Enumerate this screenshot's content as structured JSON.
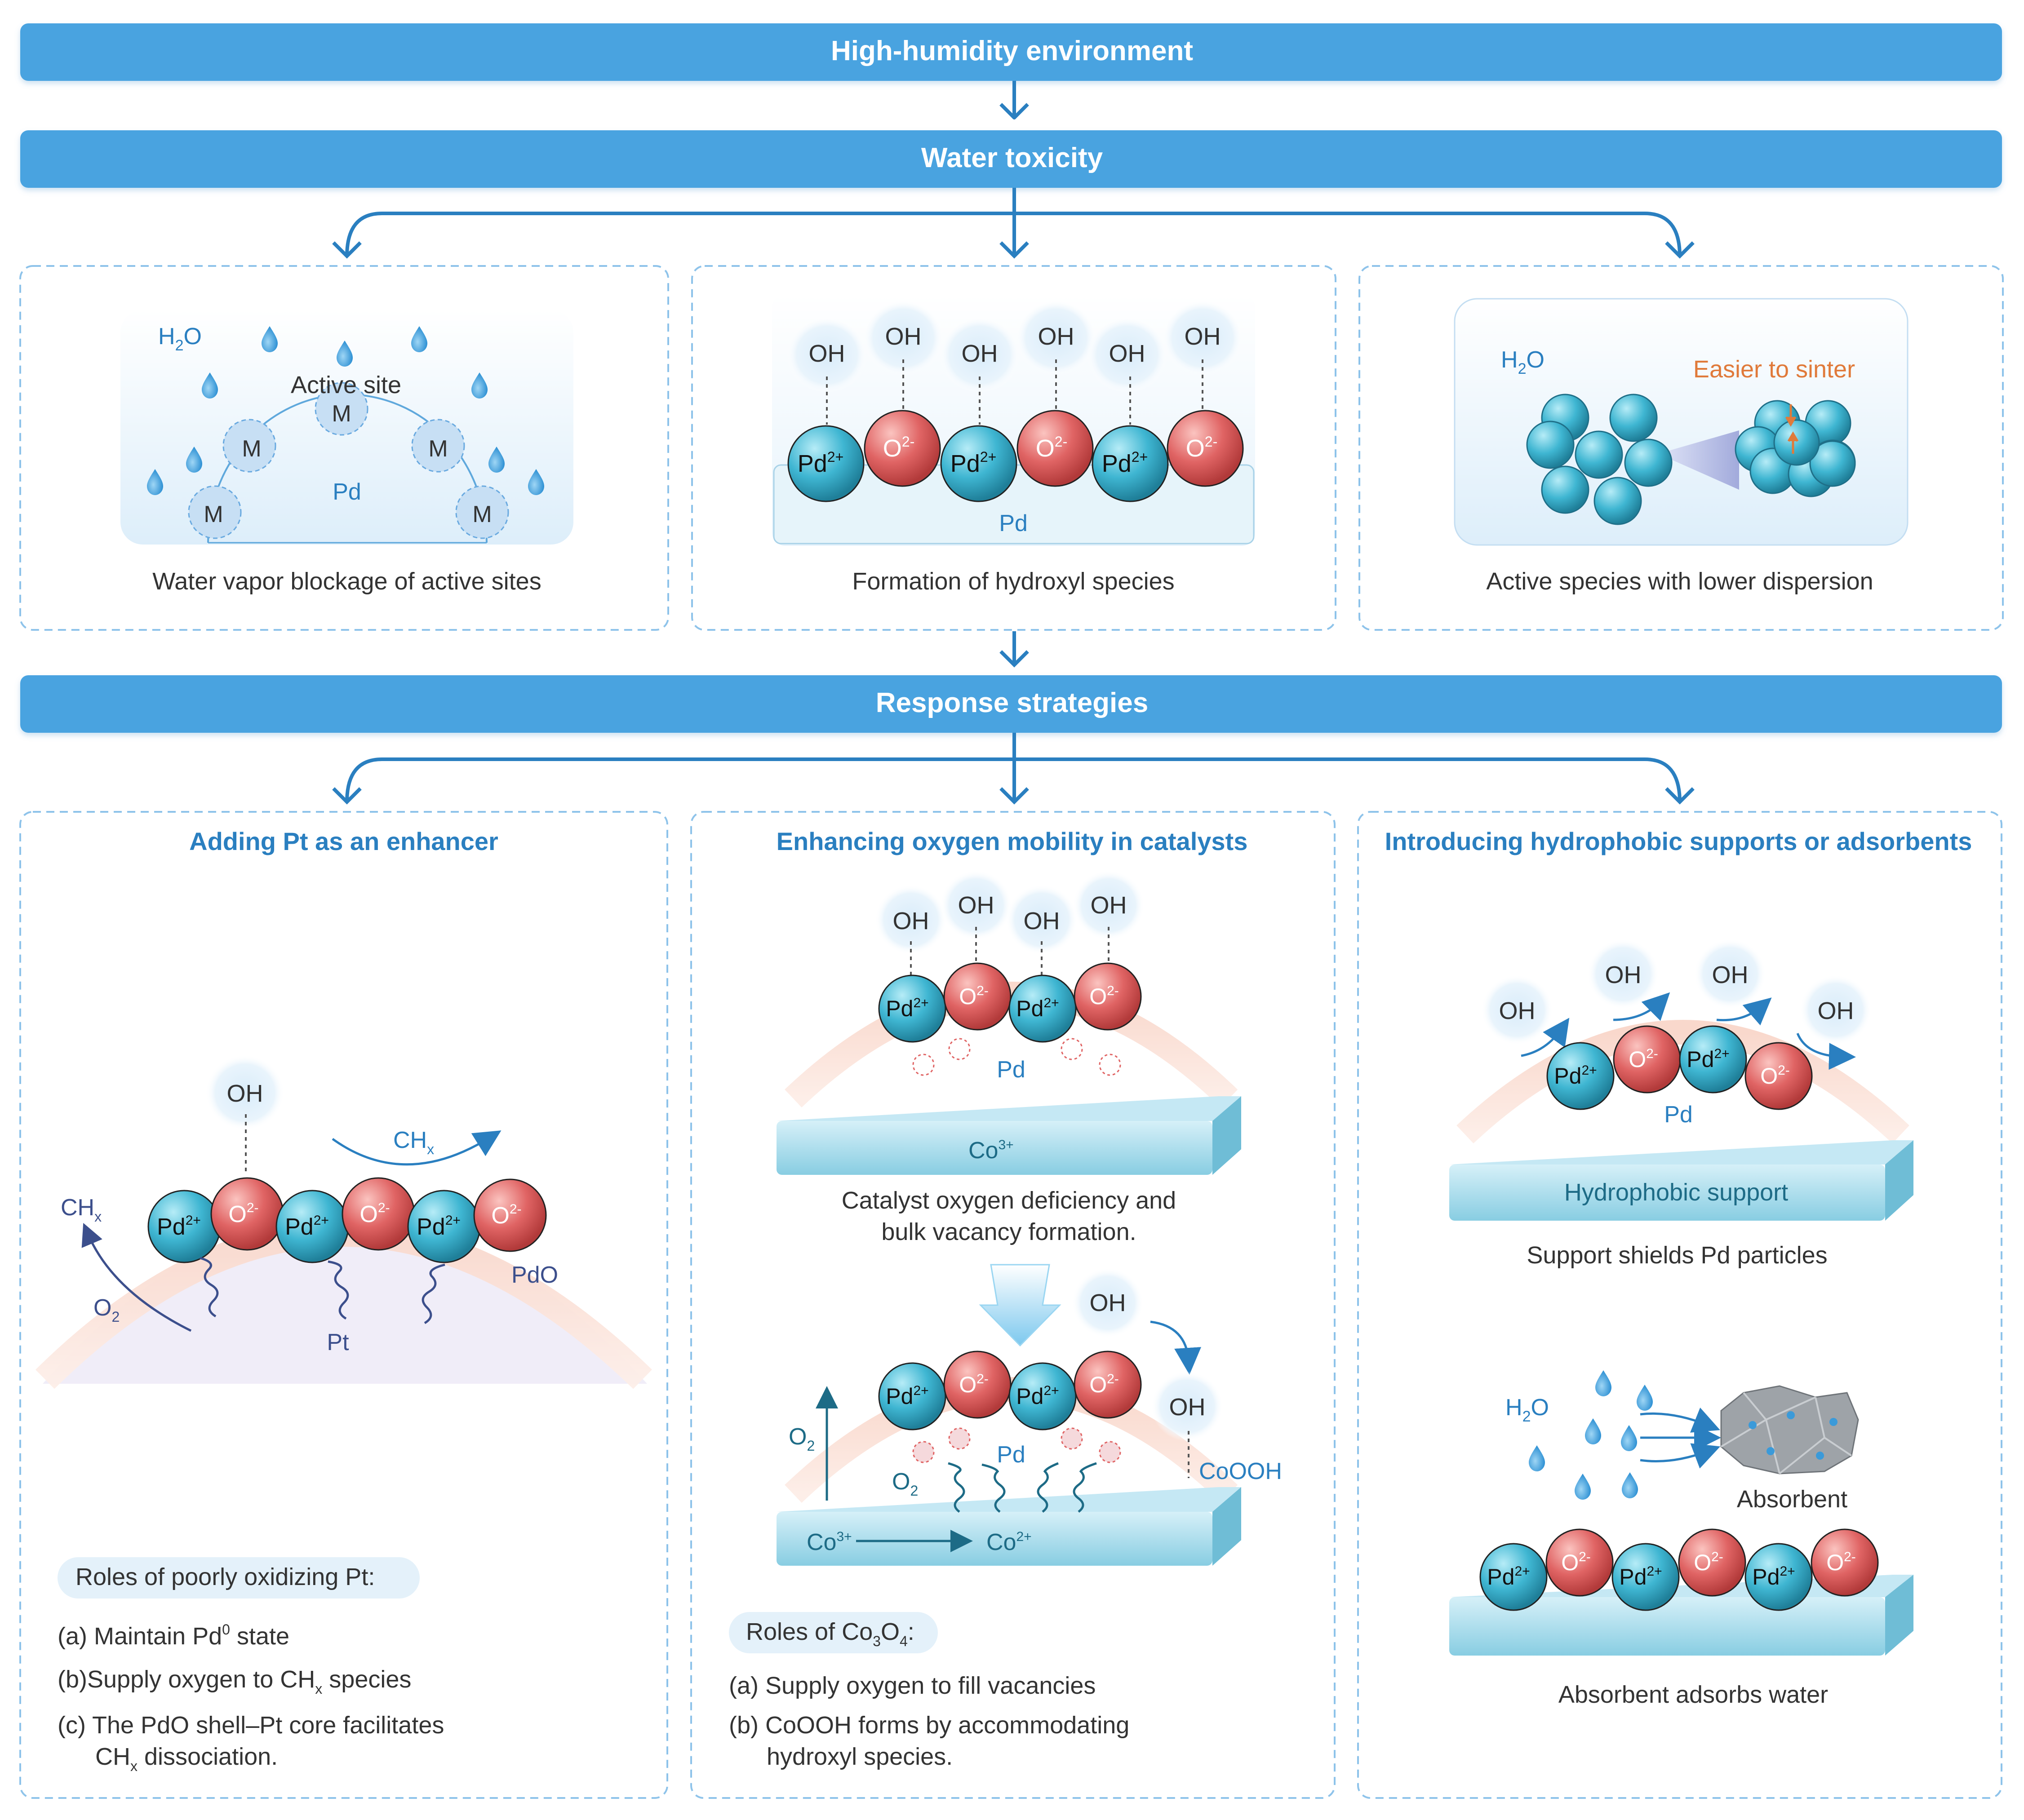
{
  "banners": {
    "top": "High-humidity environment",
    "toxicity": "Water toxicity",
    "strategies": "Response strategies"
  },
  "problems": [
    {
      "caption": "Water vapor blockage of active sites",
      "labels": {
        "h2o": "H",
        "h2o_sub": "2",
        "h2o_tail": "O",
        "active_site": "Active site",
        "metal": "M",
        "pd": "Pd"
      }
    },
    {
      "caption": "Formation of hydroxyl species",
      "labels": {
        "oh": "OH",
        "pd": "Pd"
      }
    },
    {
      "caption": "Active species with lower dispersion",
      "labels": {
        "h2o": "H",
        "h2o_sub": "2",
        "h2o_tail": "O",
        "sinter": "Easier to sinter"
      }
    }
  ],
  "ions": {
    "pd": "Pd",
    "pd_charge": "2+",
    "o": "O",
    "o_charge": "2-"
  },
  "strategies": [
    {
      "title": "Adding Pt as an enhancer",
      "labels": {
        "oh": "OH",
        "ch": "CH",
        "ch_sub": "x",
        "o2": "O",
        "o2_sub": "2",
        "pt": "Pt",
        "pdo": "PdO"
      },
      "roles_title": "Roles of poorly oxidizing Pt:",
      "roles": [
        {
          "pre": "(a) Maintain Pd",
          "sup": "0",
          "post": " state"
        },
        {
          "pre": "(b)Supply oxygen to CH",
          "sub": "x",
          "post": " species"
        },
        {
          "pre": "(c) The PdO shell–Pt core facilitates"
        },
        {
          "pre": "CH",
          "sub": "x",
          "post": " dissociation."
        }
      ]
    },
    {
      "title": "Enhancing oxygen mobility in catalysts",
      "labels": {
        "oh": "OH",
        "pd": "Pd",
        "co3": "Co",
        "co3_sup": "3+",
        "co2": "Co",
        "co2_sup": "2+",
        "o2": "O",
        "o2_sub": "2",
        "coooh": "CoOOH"
      },
      "caption_lines": [
        "Catalyst oxygen deficiency and",
        "bulk vacancy formation."
      ],
      "roles_title_pre": "Roles of Co",
      "roles_title_sub1": "3",
      "roles_title_mid": "O",
      "roles_title_sub2": "4",
      "roles_title_post": ":",
      "roles": [
        {
          "pre": "(a) Supply oxygen to fill vacancies"
        },
        {
          "pre": "(b) CoOOH forms by accommodating"
        },
        {
          "pre": "hydroxyl species."
        }
      ]
    },
    {
      "title": "Introducing hydrophobic supports or adsorbents",
      "labels": {
        "oh": "OH",
        "pd": "Pd",
        "support": "Hydrophobic support",
        "h2o": "H",
        "h2o_sub": "2",
        "h2o_tail": "O",
        "absorbent": "Absorbent"
      },
      "caption_support": "Support shields Pd particles",
      "caption_absorbent": "Absorbent adsorbs water"
    }
  ],
  "colors": {
    "banner": "#4aa3e0",
    "title_blue": "#2a7fc0",
    "text": "#333333",
    "pd_ion": "#3fb6d2",
    "o_ion": "#e06464",
    "orange": "#e07a3a",
    "frame": "#8ec3ea"
  }
}
